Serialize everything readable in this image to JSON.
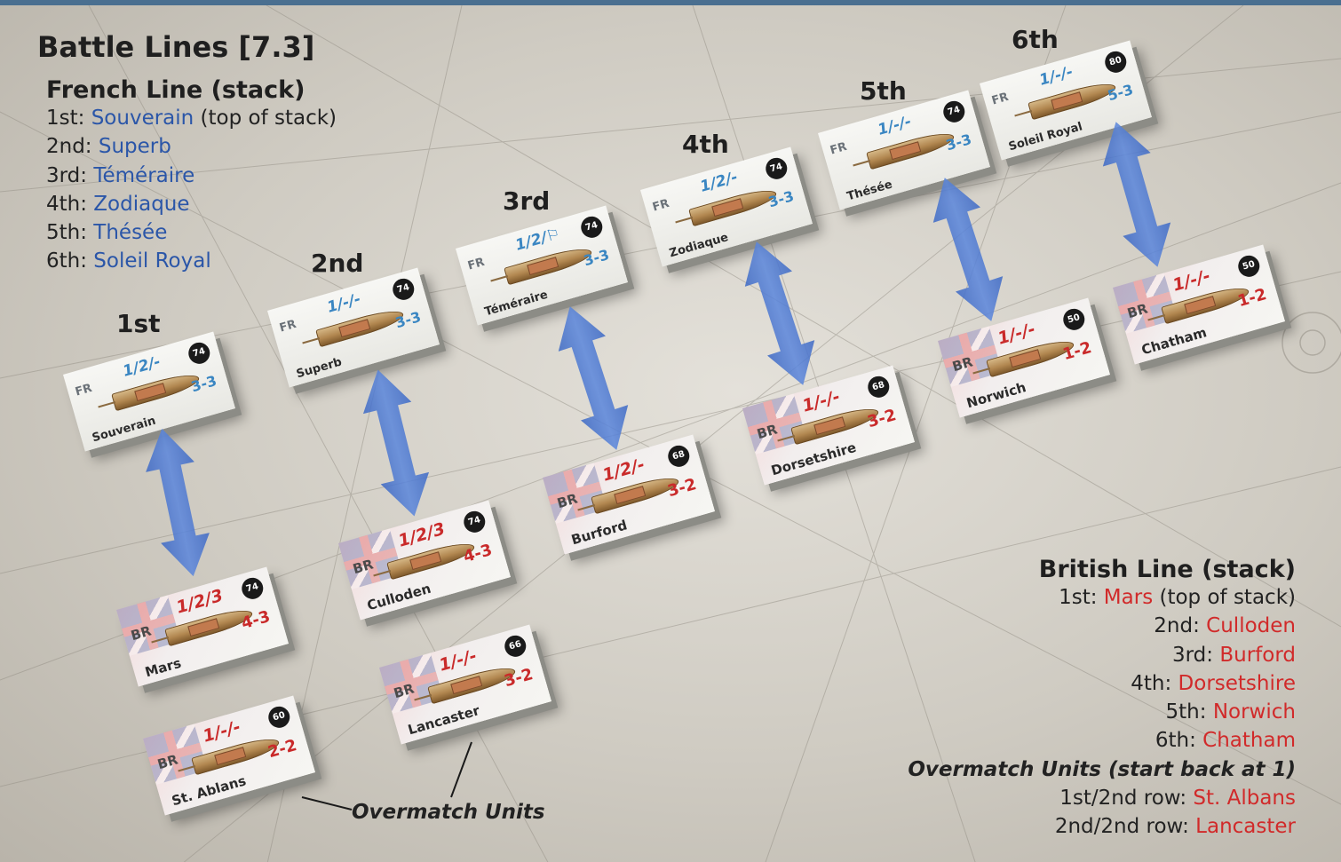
{
  "title": "Battle Lines [7.3]",
  "french_line": {
    "heading": "French Line (stack)",
    "items": [
      {
        "prefix": "1st: ",
        "name": "Souverain",
        "suffix": " (top of stack)"
      },
      {
        "prefix": "2nd: ",
        "name": "Superb",
        "suffix": ""
      },
      {
        "prefix": "3rd: ",
        "name": "Téméraire",
        "suffix": ""
      },
      {
        "prefix": "4th: ",
        "name": "Zodiaque",
        "suffix": ""
      },
      {
        "prefix": "5th: ",
        "name": "Thésée",
        "suffix": ""
      },
      {
        "prefix": "6th: ",
        "name": "Soleil Royal",
        "suffix": ""
      }
    ]
  },
  "british_line": {
    "heading": "British Line (stack)",
    "items": [
      {
        "prefix": "1st: ",
        "name": "Mars",
        "suffix": " (top of stack)"
      },
      {
        "prefix": "2nd: ",
        "name": "Culloden",
        "suffix": ""
      },
      {
        "prefix": "3rd: ",
        "name": "Burford",
        "suffix": ""
      },
      {
        "prefix": "4th: ",
        "name": "Dorsetshire",
        "suffix": ""
      },
      {
        "prefix": "5th: ",
        "name": "Norwich",
        "suffix": ""
      },
      {
        "prefix": "6th: ",
        "name": "Chatham",
        "suffix": ""
      }
    ],
    "overmatch_heading": "Overmatch Units (start back at 1)",
    "overmatch_items": [
      {
        "prefix": "1st/2nd row: ",
        "name": "St. Albans"
      },
      {
        "prefix": "2nd/2nd row: ",
        "name": "Lancaster"
      }
    ]
  },
  "column_labels": [
    "1st",
    "2nd",
    "3rd",
    "4th",
    "5th",
    "6th"
  ],
  "counters": {
    "french": [
      {
        "nat": "FR",
        "ratings": "1/2/-",
        "guns": "74",
        "strength": "3-3",
        "name": "Souverain"
      },
      {
        "nat": "FR",
        "ratings": "1/-/-",
        "guns": "74",
        "strength": "3-3",
        "name": "Superb"
      },
      {
        "nat": "FR",
        "ratings": "1/2/⚐",
        "guns": "74",
        "strength": "3-3",
        "name": "Téméraire"
      },
      {
        "nat": "FR",
        "ratings": "1/2/-",
        "guns": "74",
        "strength": "3-3",
        "name": "Zodiaque"
      },
      {
        "nat": "FR",
        "ratings": "1/-/-",
        "guns": "74",
        "strength": "3-3",
        "name": "Thésée"
      },
      {
        "nat": "FR",
        "ratings": "1/-/-",
        "guns": "80",
        "strength": "5-3",
        "name": "Soleil Royal"
      }
    ],
    "british": [
      {
        "nat": "BR",
        "ratings": "1/2/3",
        "guns": "74",
        "strength": "4-3",
        "name": "Mars"
      },
      {
        "nat": "BR",
        "ratings": "1/2/3",
        "guns": "74",
        "strength": "4-3",
        "name": "Culloden"
      },
      {
        "nat": "BR",
        "ratings": "1/2/-",
        "guns": "68",
        "strength": "3-2",
        "name": "Burford"
      },
      {
        "nat": "BR",
        "ratings": "1/-/-",
        "guns": "68",
        "strength": "3-2",
        "name": "Dorsetshire"
      },
      {
        "nat": "BR",
        "ratings": "1/-/-",
        "guns": "50",
        "strength": "1-2",
        "name": "Norwich"
      },
      {
        "nat": "BR",
        "ratings": "1/-/-",
        "guns": "50",
        "strength": "1-2",
        "name": "Chatham"
      }
    ],
    "overmatch": [
      {
        "nat": "BR",
        "ratings": "1/-/-",
        "guns": "60",
        "strength": "2-2",
        "name": "St. Ablans"
      },
      {
        "nat": "BR",
        "ratings": "1/-/-",
        "guns": "66",
        "strength": "3-2",
        "name": "Lancaster"
      }
    ]
  },
  "callout": "Overmatch Units"
}
